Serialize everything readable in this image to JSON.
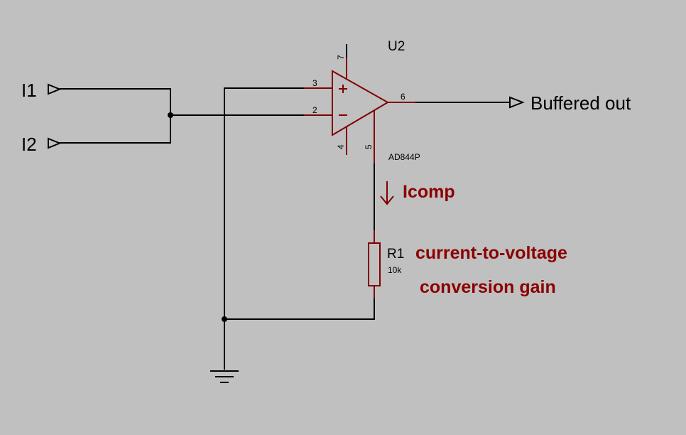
{
  "terminals": {
    "in1": "I1",
    "in2": "I2",
    "out": "Buffered out"
  },
  "opamp": {
    "ref": "U2",
    "part": "AD844P",
    "pins": {
      "p7": "7",
      "p3": "3",
      "p2": "2",
      "p4": "4",
      "p5": "5",
      "p6": "6"
    }
  },
  "resistor": {
    "ref": "R1",
    "value": "10k"
  },
  "annotations": {
    "current": "Icomp",
    "gain_line1": "current-to-voltage",
    "gain_line2": "conversion gain"
  },
  "colors": {
    "background": "#c0c0c0",
    "wire": "#000000",
    "component": "#800000",
    "annotation": "#8b0000"
  }
}
